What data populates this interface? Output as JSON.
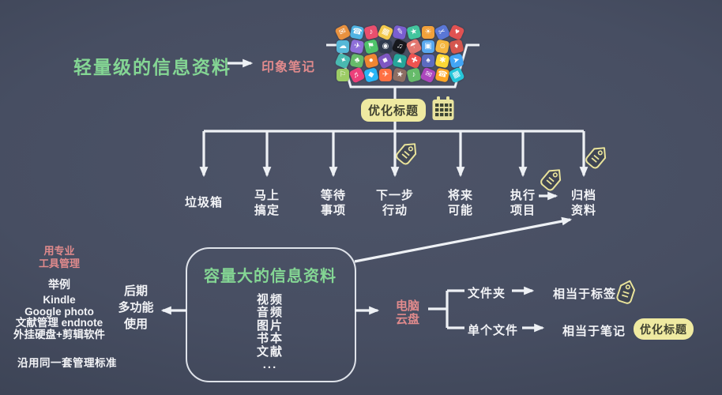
{
  "palette": {
    "background": "#454c60",
    "green": "#84d694",
    "pink": "#e08a8c",
    "white": "#f2f3f6",
    "badge_bg": "#efeaa1",
    "badge_text": "#3f4130",
    "tag_yellow": "#e9e39b"
  },
  "top_left": {
    "headline": "轻量级的信息资料",
    "arrow_target": "印象笔记"
  },
  "basket": {
    "icons": [
      {
        "g": "✉",
        "c": "#e8913f"
      },
      {
        "g": "☎",
        "c": "#4fb3e3"
      },
      {
        "g": "♪",
        "c": "#e94f6e"
      },
      {
        "g": "▦",
        "c": "#f2c94c"
      },
      {
        "g": "✎",
        "c": "#7a5fd0"
      },
      {
        "g": "★",
        "c": "#43c59e"
      },
      {
        "g": "☀",
        "c": "#f2a13b"
      },
      {
        "g": "✂",
        "c": "#5a77d6"
      },
      {
        "g": "♥",
        "c": "#e05252"
      },
      {
        "g": "☁",
        "c": "#56b8d8"
      },
      {
        "g": "✈",
        "c": "#8e6fd8"
      },
      {
        "g": "⚑",
        "c": "#4fc36a"
      },
      {
        "g": "◉",
        "c": "#2f3a4d"
      },
      {
        "g": "♫",
        "c": "#16181d"
      },
      {
        "g": "☂",
        "c": "#e2766f"
      },
      {
        "g": "▣",
        "c": "#58a8ef"
      },
      {
        "g": "☺",
        "c": "#f5b63f"
      },
      {
        "g": "♦",
        "c": "#d4564e"
      },
      {
        "g": "✦",
        "c": "#49b9b0"
      },
      {
        "g": "♣",
        "c": "#66bb6a"
      },
      {
        "g": "●",
        "c": "#ef8632"
      },
      {
        "g": "■",
        "c": "#7e57c2"
      },
      {
        "g": "▲",
        "c": "#26a69a"
      },
      {
        "g": "✚",
        "c": "#ef5350"
      },
      {
        "g": "♠",
        "c": "#5c6bc0"
      },
      {
        "g": "✱",
        "c": "#fdd835"
      },
      {
        "g": "➤",
        "c": "#42a5f5"
      },
      {
        "g": "⚐",
        "c": "#9ccc65"
      },
      {
        "g": "♬",
        "c": "#ec407a"
      },
      {
        "g": "◆",
        "c": "#29b6f6"
      },
      {
        "g": "✈",
        "c": "#ff7043"
      },
      {
        "g": "★",
        "c": "#8d6e63"
      },
      {
        "g": "♪",
        "c": "#66bb6a"
      },
      {
        "g": "✉",
        "c": "#ab47bc"
      },
      {
        "g": "☎",
        "c": "#ffa726"
      },
      {
        "g": "▦",
        "c": "#26c6da"
      }
    ]
  },
  "optimize_badge": "优化标题",
  "branches": [
    "垃圾箱",
    "马上\n搞定",
    "等待\n事项",
    "下一步\n行动",
    "将来\n可能",
    "执行\n项目",
    "归档\n资料"
  ],
  "big_box": {
    "title": "容量大的信息资料",
    "items": [
      "视频",
      "音频",
      "图片",
      "书本",
      "文献",
      "..."
    ]
  },
  "left_panel": {
    "pro_tools": "用专业\n工具管理",
    "example_label": "举例",
    "examples": [
      "Kindle",
      "Google photo",
      "文献管理 endnote",
      "外挂硬盘+剪辑软件"
    ],
    "standard_note": "沿用同一套管理标准"
  },
  "later_use": "后期\n多功能\n使用",
  "cloud": {
    "label": "电脑\n云盘",
    "folder": "文件夹",
    "folder_equiv": "相当于标签",
    "file": "单个文件",
    "file_equiv": "相当于笔记",
    "badge": "优化标题"
  }
}
